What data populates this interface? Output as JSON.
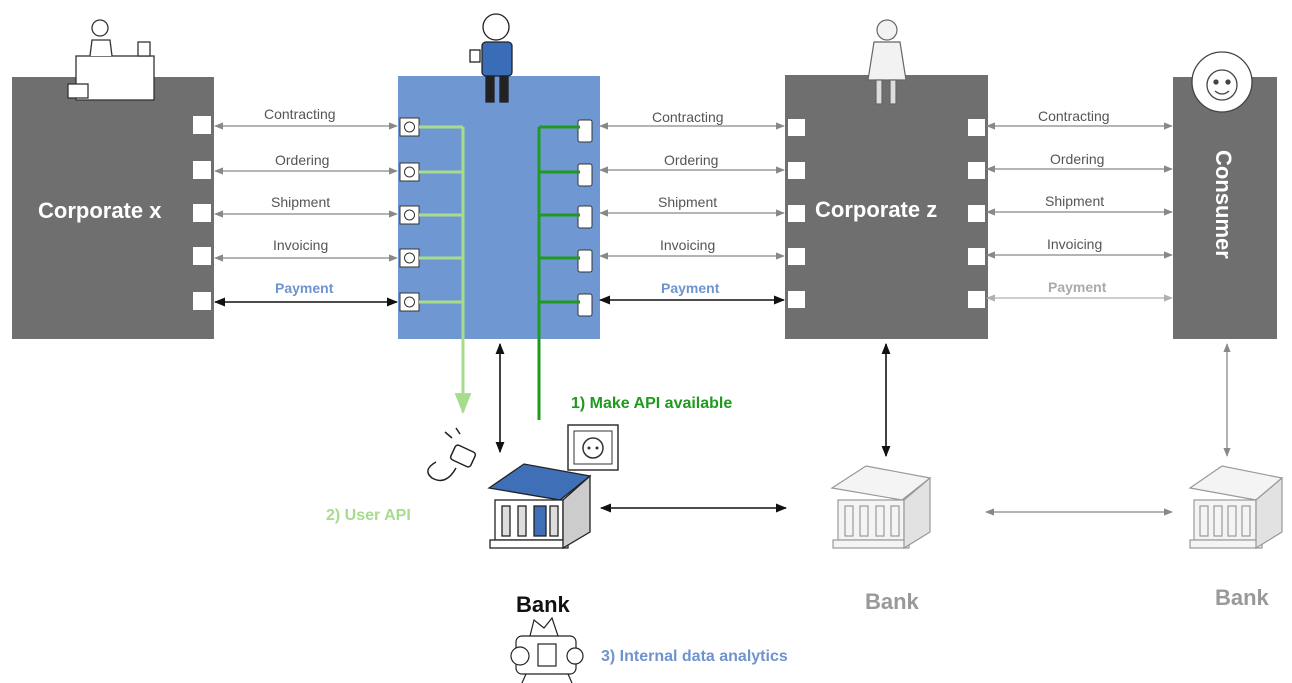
{
  "nodes": {
    "corporate_x": "Corporate x",
    "corporate_z": "Corporate z",
    "consumer": "Consumer",
    "bank_main": "Bank",
    "bank_z": "Bank",
    "bank_consumer": "Bank"
  },
  "flows": {
    "left": [
      "Contracting",
      "Ordering",
      "Shipment",
      "Invoicing",
      "Payment"
    ],
    "middle": [
      "Contracting",
      "Ordering",
      "Shipment",
      "Invoicing",
      "Payment"
    ],
    "right": [
      "Contracting",
      "Ordering",
      "Shipment",
      "Invoicing",
      "Payment"
    ]
  },
  "steps": {
    "make_api": "1) Make API available",
    "user_api": "2) User API",
    "analytics": "3) Internal data analytics"
  },
  "colors": {
    "box_grey": "#6f6f6f",
    "platform_blue": "#6f98d3",
    "green_dark": "#1f9a1f",
    "green_light": "#a6dc8c",
    "blue_text": "#6f93cf",
    "grey_text": "#999999"
  },
  "icons": [
    "person-at-desk-icon",
    "businessman-icon",
    "woman-on-phone-icon",
    "consumer-face-icon",
    "socket-icon",
    "plug-icon",
    "bank-building-icon",
    "analytics-machine-icon"
  ]
}
